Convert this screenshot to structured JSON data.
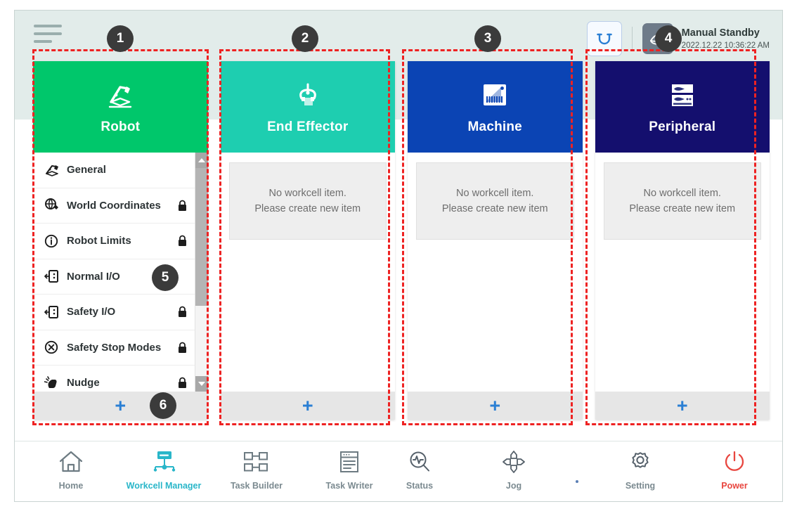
{
  "header": {
    "menu_icon": "hamburger-menu-icon",
    "reset_button_icon": "reset-rotate-icon",
    "mode_icon": "manual-hand-icon",
    "status_title": "Manual Standby",
    "status_time": "2022.12.22 10:36:22 AM"
  },
  "columns": [
    {
      "id": "robot",
      "title": "Robot",
      "icon": "robot-arm-icon",
      "color": "#00C76B",
      "add_label": "+",
      "menu": [
        {
          "label": "General",
          "icon": "robot-arm-icon",
          "locked": false
        },
        {
          "label": "World Coordinates",
          "icon": "globe-axis-icon",
          "locked": true
        },
        {
          "label": "Robot Limits",
          "icon": "limits-circle-icon",
          "locked": true
        },
        {
          "label": "Normal I/O",
          "icon": "io-port-icon",
          "locked": false
        },
        {
          "label": "Safety I/O",
          "icon": "io-port-icon",
          "locked": true
        },
        {
          "label": "Safety Stop Modes",
          "icon": "stop-x-icon",
          "locked": true
        },
        {
          "label": "Nudge",
          "icon": "hand-nudge-icon",
          "locked": true
        }
      ]
    },
    {
      "id": "end-effector",
      "title": "End Effector",
      "icon": "gripper-icon",
      "color": "#1ECEB0",
      "add_label": "+",
      "empty_line1": "No workcell item.",
      "empty_line2": "Please create new item"
    },
    {
      "id": "machine",
      "title": "Machine",
      "icon": "machine-icon",
      "color": "#0B44B4",
      "add_label": "+",
      "empty_line1": "No workcell item.",
      "empty_line2": "Please create new item"
    },
    {
      "id": "peripheral",
      "title": "Peripheral",
      "icon": "peripheral-rack-icon",
      "color": "#140F6E",
      "add_label": "+",
      "empty_line1": "No workcell item.",
      "empty_line2": "Please create new item"
    }
  ],
  "nav_left": [
    {
      "label": "Home",
      "icon": "home-icon",
      "active": false
    },
    {
      "label": "Workcell Manager",
      "icon": "workcell-icon",
      "active": true
    },
    {
      "label": "Task Builder",
      "icon": "task-builder-icon",
      "active": false
    },
    {
      "label": "Task Writer",
      "icon": "task-writer-icon",
      "active": false
    }
  ],
  "nav_right": [
    {
      "label": "Status",
      "icon": "status-magnifier-icon",
      "style": "normal"
    },
    {
      "label": "Jog",
      "icon": "jog-arrows-icon",
      "style": "normal"
    },
    {
      "label": "Setting",
      "icon": "gear-icon",
      "style": "normal"
    },
    {
      "label": "Power",
      "icon": "power-icon",
      "style": "power"
    }
  ],
  "annotations": [
    {
      "number": "1"
    },
    {
      "number": "2"
    },
    {
      "number": "3"
    },
    {
      "number": "4"
    },
    {
      "number": "5"
    },
    {
      "number": "6"
    }
  ],
  "colors": {
    "accent_teal": "#29b6c9",
    "power_red": "#e8463f",
    "plus_blue": "#2a7fd4",
    "annotation_red": "#ee2222",
    "badge_gray": "#3b3b3b",
    "header_bg": "#e2ecea"
  }
}
